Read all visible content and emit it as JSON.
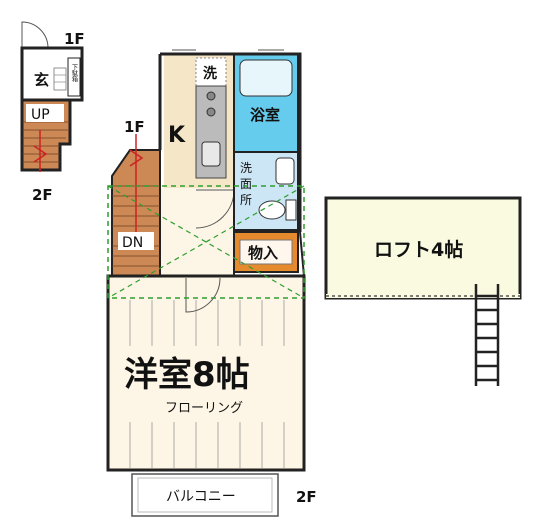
{
  "floor_labels": {
    "entry_floor": "1F",
    "upper_floor": "2F",
    "plan_floor": "2F"
  },
  "entrance": {
    "label": "玄",
    "shoe_box": "下駄箱",
    "stairs_up": "UP"
  },
  "stairs_down": {
    "label": "DN"
  },
  "kitchen": {
    "label": "K",
    "laundry": "洗"
  },
  "bathroom": {
    "label": "浴室"
  },
  "washroom": {
    "label_line1": "洗",
    "label_line2": "面",
    "label_line3": "所"
  },
  "storage": {
    "label": "物入"
  },
  "western_room": {
    "title": "洋室8帖",
    "floor_type": "フローリング"
  },
  "balcony": {
    "label": "バルコニー"
  },
  "loft": {
    "label": "ロフト4帖"
  },
  "colors": {
    "kitchen": "#f5e6c8",
    "bathroom": "#66ccee",
    "washroom": "#cce6f5",
    "storage": "#e68a2e",
    "stairs": "#cc8855",
    "loft": "#fafae0",
    "loft_marker": "#2e9e2e",
    "arrow": "#cc2222"
  }
}
